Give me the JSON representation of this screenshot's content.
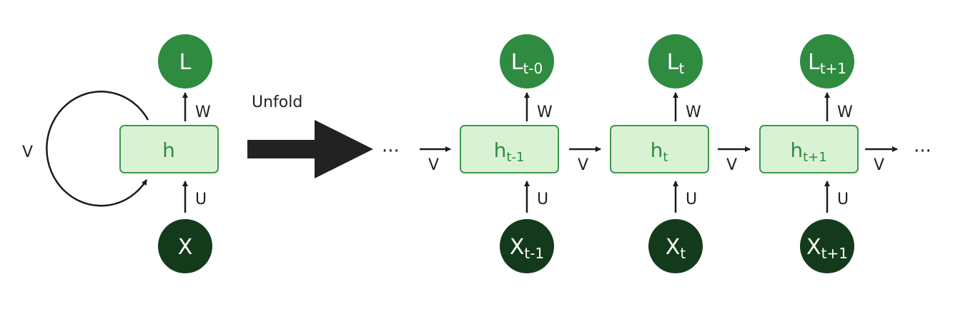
{
  "colors": {
    "loss_node": "#2e8b40",
    "input_node": "#143a1c",
    "hidden_fill": "#daf2d4",
    "hidden_stroke": "#3a9a4c",
    "hidden_text": "#2e8b40",
    "arrow": "#1c1c1c",
    "big_arrow": "#222222"
  },
  "folded": {
    "loss": {
      "base": "L",
      "sub": ""
    },
    "hidden": {
      "base": "h",
      "sub": ""
    },
    "input": {
      "base": "X",
      "sub": ""
    },
    "w_label": "W",
    "u_label": "U",
    "v_label": "V"
  },
  "unfold_label": "Unfold",
  "ellipsis": "···",
  "unfolded": [
    {
      "loss": {
        "base": "L",
        "sub": "t-0"
      },
      "hidden": {
        "base": "h",
        "sub": "t-1"
      },
      "input": {
        "base": "X",
        "sub": "t-1"
      },
      "w_label": "W",
      "u_label": "U",
      "v_label": "V"
    },
    {
      "loss": {
        "base": "L",
        "sub": "t"
      },
      "hidden": {
        "base": "h",
        "sub": "t"
      },
      "input": {
        "base": "X",
        "sub": "t"
      },
      "w_label": "W",
      "u_label": "U",
      "v_label": "V"
    },
    {
      "loss": {
        "base": "L",
        "sub": "t+1"
      },
      "hidden": {
        "base": "h",
        "sub": "t+1"
      },
      "input": {
        "base": "X",
        "sub": "t+1"
      },
      "w_label": "W",
      "u_label": "U",
      "v_label": "V"
    }
  ],
  "v_before": "V",
  "v_after": "V"
}
